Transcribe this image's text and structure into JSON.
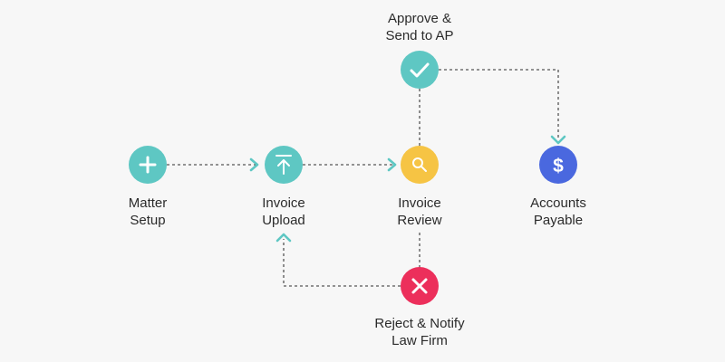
{
  "colors": {
    "background": "#f7f7f7",
    "teal": "#5ec7c3",
    "yellow": "#f6c444",
    "blue": "#4a68df",
    "red": "#ec2f5b",
    "connector": "#555555",
    "arrowhead": "#5ec7c3",
    "text": "#2b2b2b"
  },
  "nodes": {
    "matter_setup": {
      "icon": "plus-icon",
      "color": "teal",
      "label_lines": [
        "Matter",
        "Setup"
      ]
    },
    "invoice_upload": {
      "icon": "upload-icon",
      "color": "teal",
      "label_lines": [
        "Invoice",
        "Upload"
      ]
    },
    "invoice_review": {
      "icon": "search-icon",
      "color": "yellow",
      "label_lines": [
        "Invoice",
        "Review"
      ]
    },
    "approve": {
      "icon": "check-icon",
      "color": "teal",
      "label_lines": [
        "Approve &",
        "Send to AP"
      ]
    },
    "accounts_payable": {
      "icon": "dollar-icon",
      "color": "blue",
      "label_lines": [
        "Accounts",
        "Payable"
      ]
    },
    "reject": {
      "icon": "x-icon",
      "color": "red",
      "label_lines": [
        "Reject & Notify",
        "Law Firm"
      ]
    }
  },
  "edges": [
    {
      "from": "matter_setup",
      "to": "invoice_upload",
      "arrow": true
    },
    {
      "from": "invoice_upload",
      "to": "invoice_review",
      "arrow": true
    },
    {
      "from": "invoice_review",
      "to": "approve",
      "arrow": false
    },
    {
      "from": "approve",
      "to": "accounts_payable",
      "arrow": true
    },
    {
      "from": "invoice_review",
      "to": "reject",
      "arrow": false
    },
    {
      "from": "reject",
      "to": "invoice_upload",
      "arrow": true
    }
  ]
}
